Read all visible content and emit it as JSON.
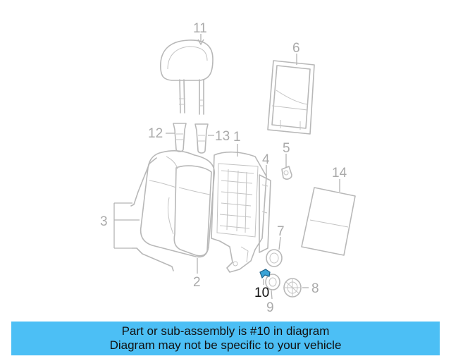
{
  "diagram": {
    "callouts": {
      "c1": "1",
      "c2": "2",
      "c3": "3",
      "c4": "4",
      "c5": "5",
      "c6": "6",
      "c7": "7",
      "c8": "8",
      "c9": "9",
      "c10": "10",
      "c11": "11",
      "c12": "12",
      "c13": "13",
      "c14": "14"
    },
    "highlighted_part": "10",
    "highlight_color": "#3aa3d6"
  },
  "banner": {
    "line1": "Part or sub-assembly is #10 in diagram",
    "line2": "Diagram may not be specific to your vehicle",
    "background_color": "#4cbff5"
  }
}
